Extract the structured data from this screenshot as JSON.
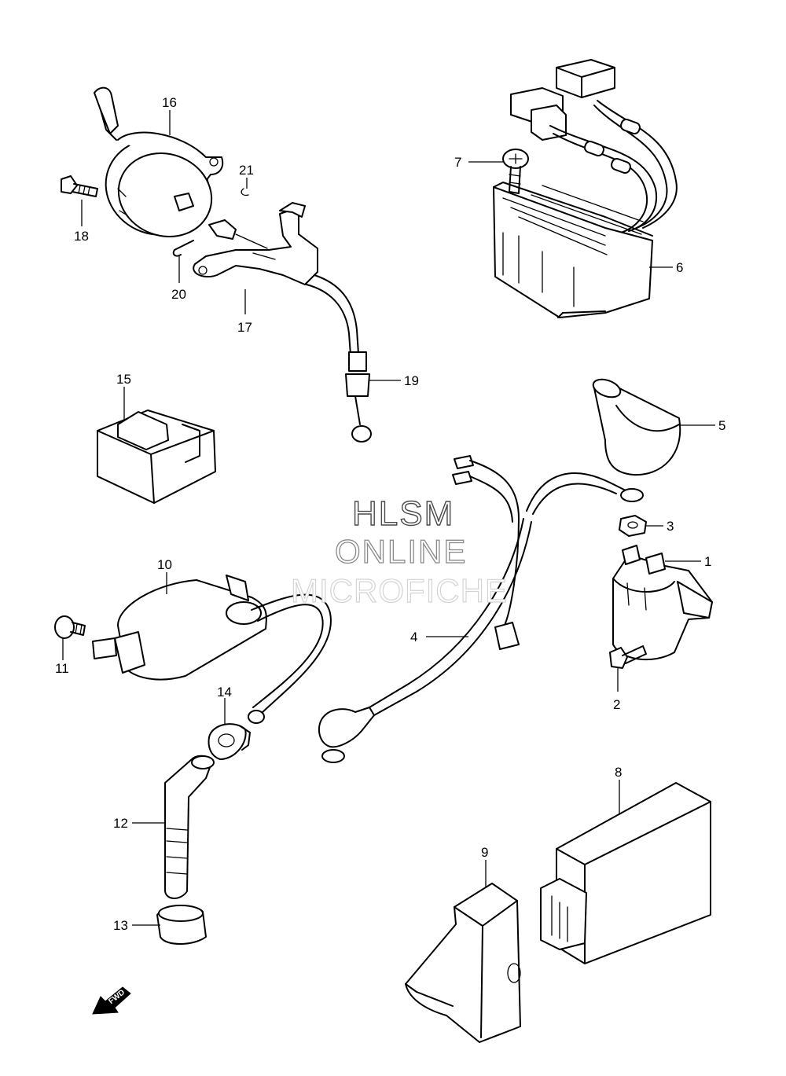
{
  "watermark": {
    "line1": "HLSM",
    "line2": "ONLINE",
    "line3": "MICROFICHE"
  },
  "fwd_label": "FWD",
  "callouts": [
    "1",
    "2",
    "3",
    "4",
    "5",
    "6",
    "7",
    "8",
    "9",
    "10",
    "11",
    "12",
    "13",
    "14",
    "15",
    "16",
    "17",
    "18",
    "19",
    "20",
    "21"
  ]
}
